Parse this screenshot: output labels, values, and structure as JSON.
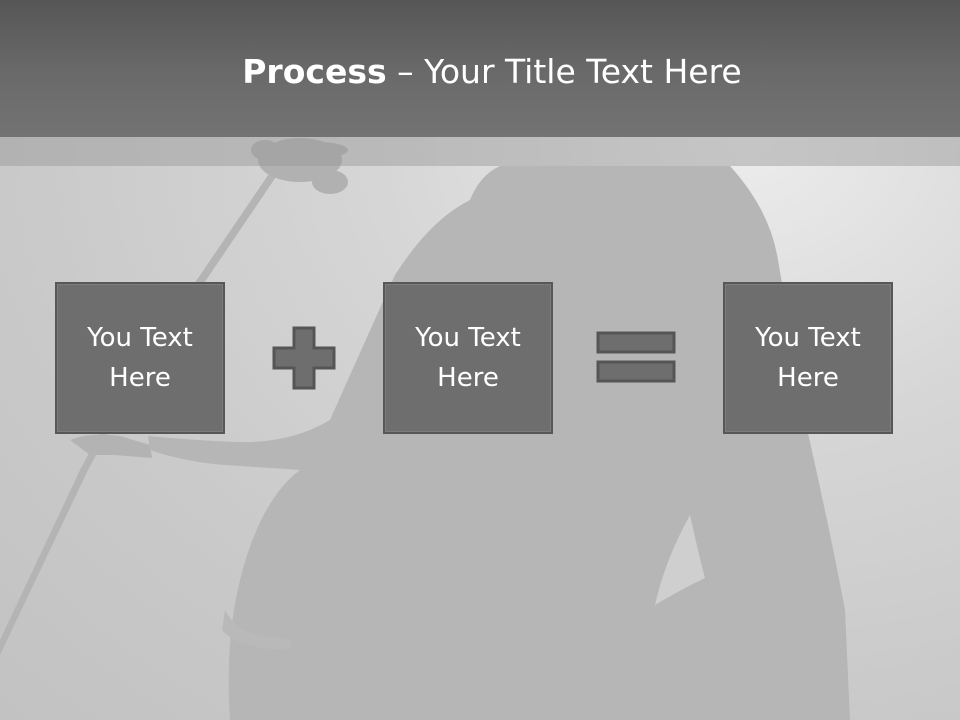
{
  "slide": {
    "title_bold": "Process",
    "title_rest": " – Your Title Text Here"
  },
  "process": {
    "boxes": [
      {
        "line1": "You Text",
        "line2": "Here"
      },
      {
        "line1": "You Text",
        "line2": "Here"
      },
      {
        "line1": "You Text",
        "line2": "Here"
      }
    ],
    "operators": [
      "plus-icon",
      "equals-icon"
    ]
  },
  "colors": {
    "title_bar": "#636363",
    "box_fill": "#6e6e6e",
    "box_border": "#575757",
    "operator_fill": "#6e6e6e",
    "text": "#ffffff"
  }
}
